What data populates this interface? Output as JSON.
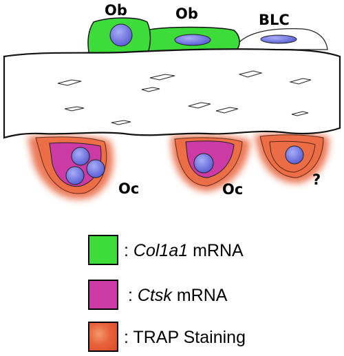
{
  "labels": {
    "ob_left": "Ob",
    "ob_right": "Ob",
    "blc": "BLC",
    "oc_left": "Oc",
    "oc_middle": "Oc",
    "unknown": "?"
  },
  "legend": [
    {
      "prefix": ": ",
      "gene": "Col1a1",
      "suffix": " mRNA",
      "color": "#3ddc3a"
    },
    {
      "prefix": ": ",
      "gene": "Ctsk",
      "suffix": " mRNA",
      "color": "#cc3aa5"
    },
    {
      "prefix": ": ",
      "gene": "",
      "suffix": "TRAP Staining",
      "color": "#e8623a"
    }
  ],
  "colors": {
    "col1a1": "#3ddc3a",
    "ctsk": "#cc3aa5",
    "trap": "#e8623a",
    "nucleus": "#6f74e0",
    "bone": "#ffffff"
  }
}
